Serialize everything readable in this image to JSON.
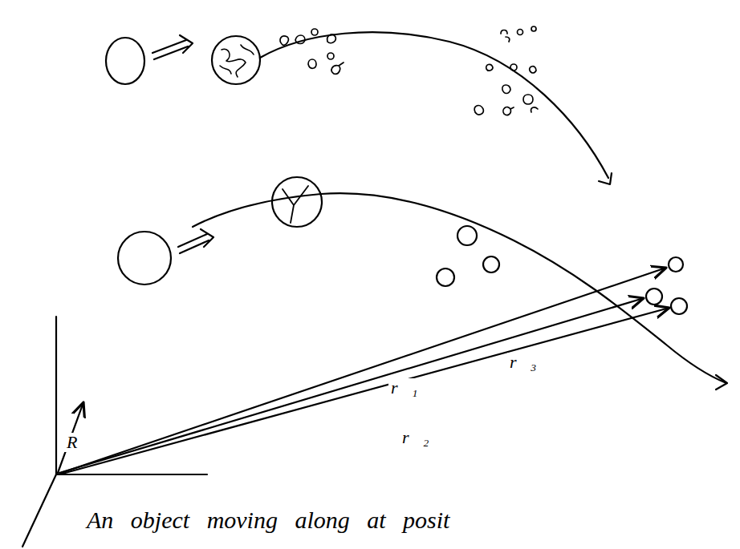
{
  "diagram": {
    "labels": [
      "R⃗",
      "r⃗₁",
      "r⃗₃",
      "r⃗₂",
      "An object moving along at posit"
    ]
  }
}
